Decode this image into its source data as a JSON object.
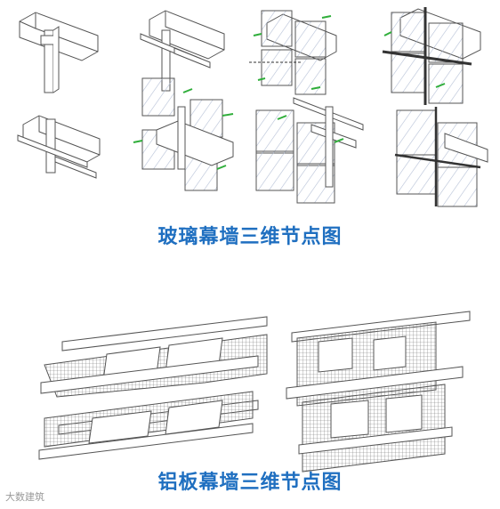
{
  "glass_section": {
    "title": "玻璃幕墙三维节点图",
    "title_color": "#1f6fc0",
    "step_count": 8
  },
  "aluminum_section": {
    "title": "铝板幕墙三维节点图",
    "title_color": "#1f6fc0"
  },
  "watermark": {
    "text": "大数建筑"
  },
  "colors": {
    "line": "#555555",
    "glass": "#e6ecf6",
    "glass_hatch": "#9aa8c0",
    "arrow": "#2fae3a",
    "mesh": "#6f6f6f"
  }
}
